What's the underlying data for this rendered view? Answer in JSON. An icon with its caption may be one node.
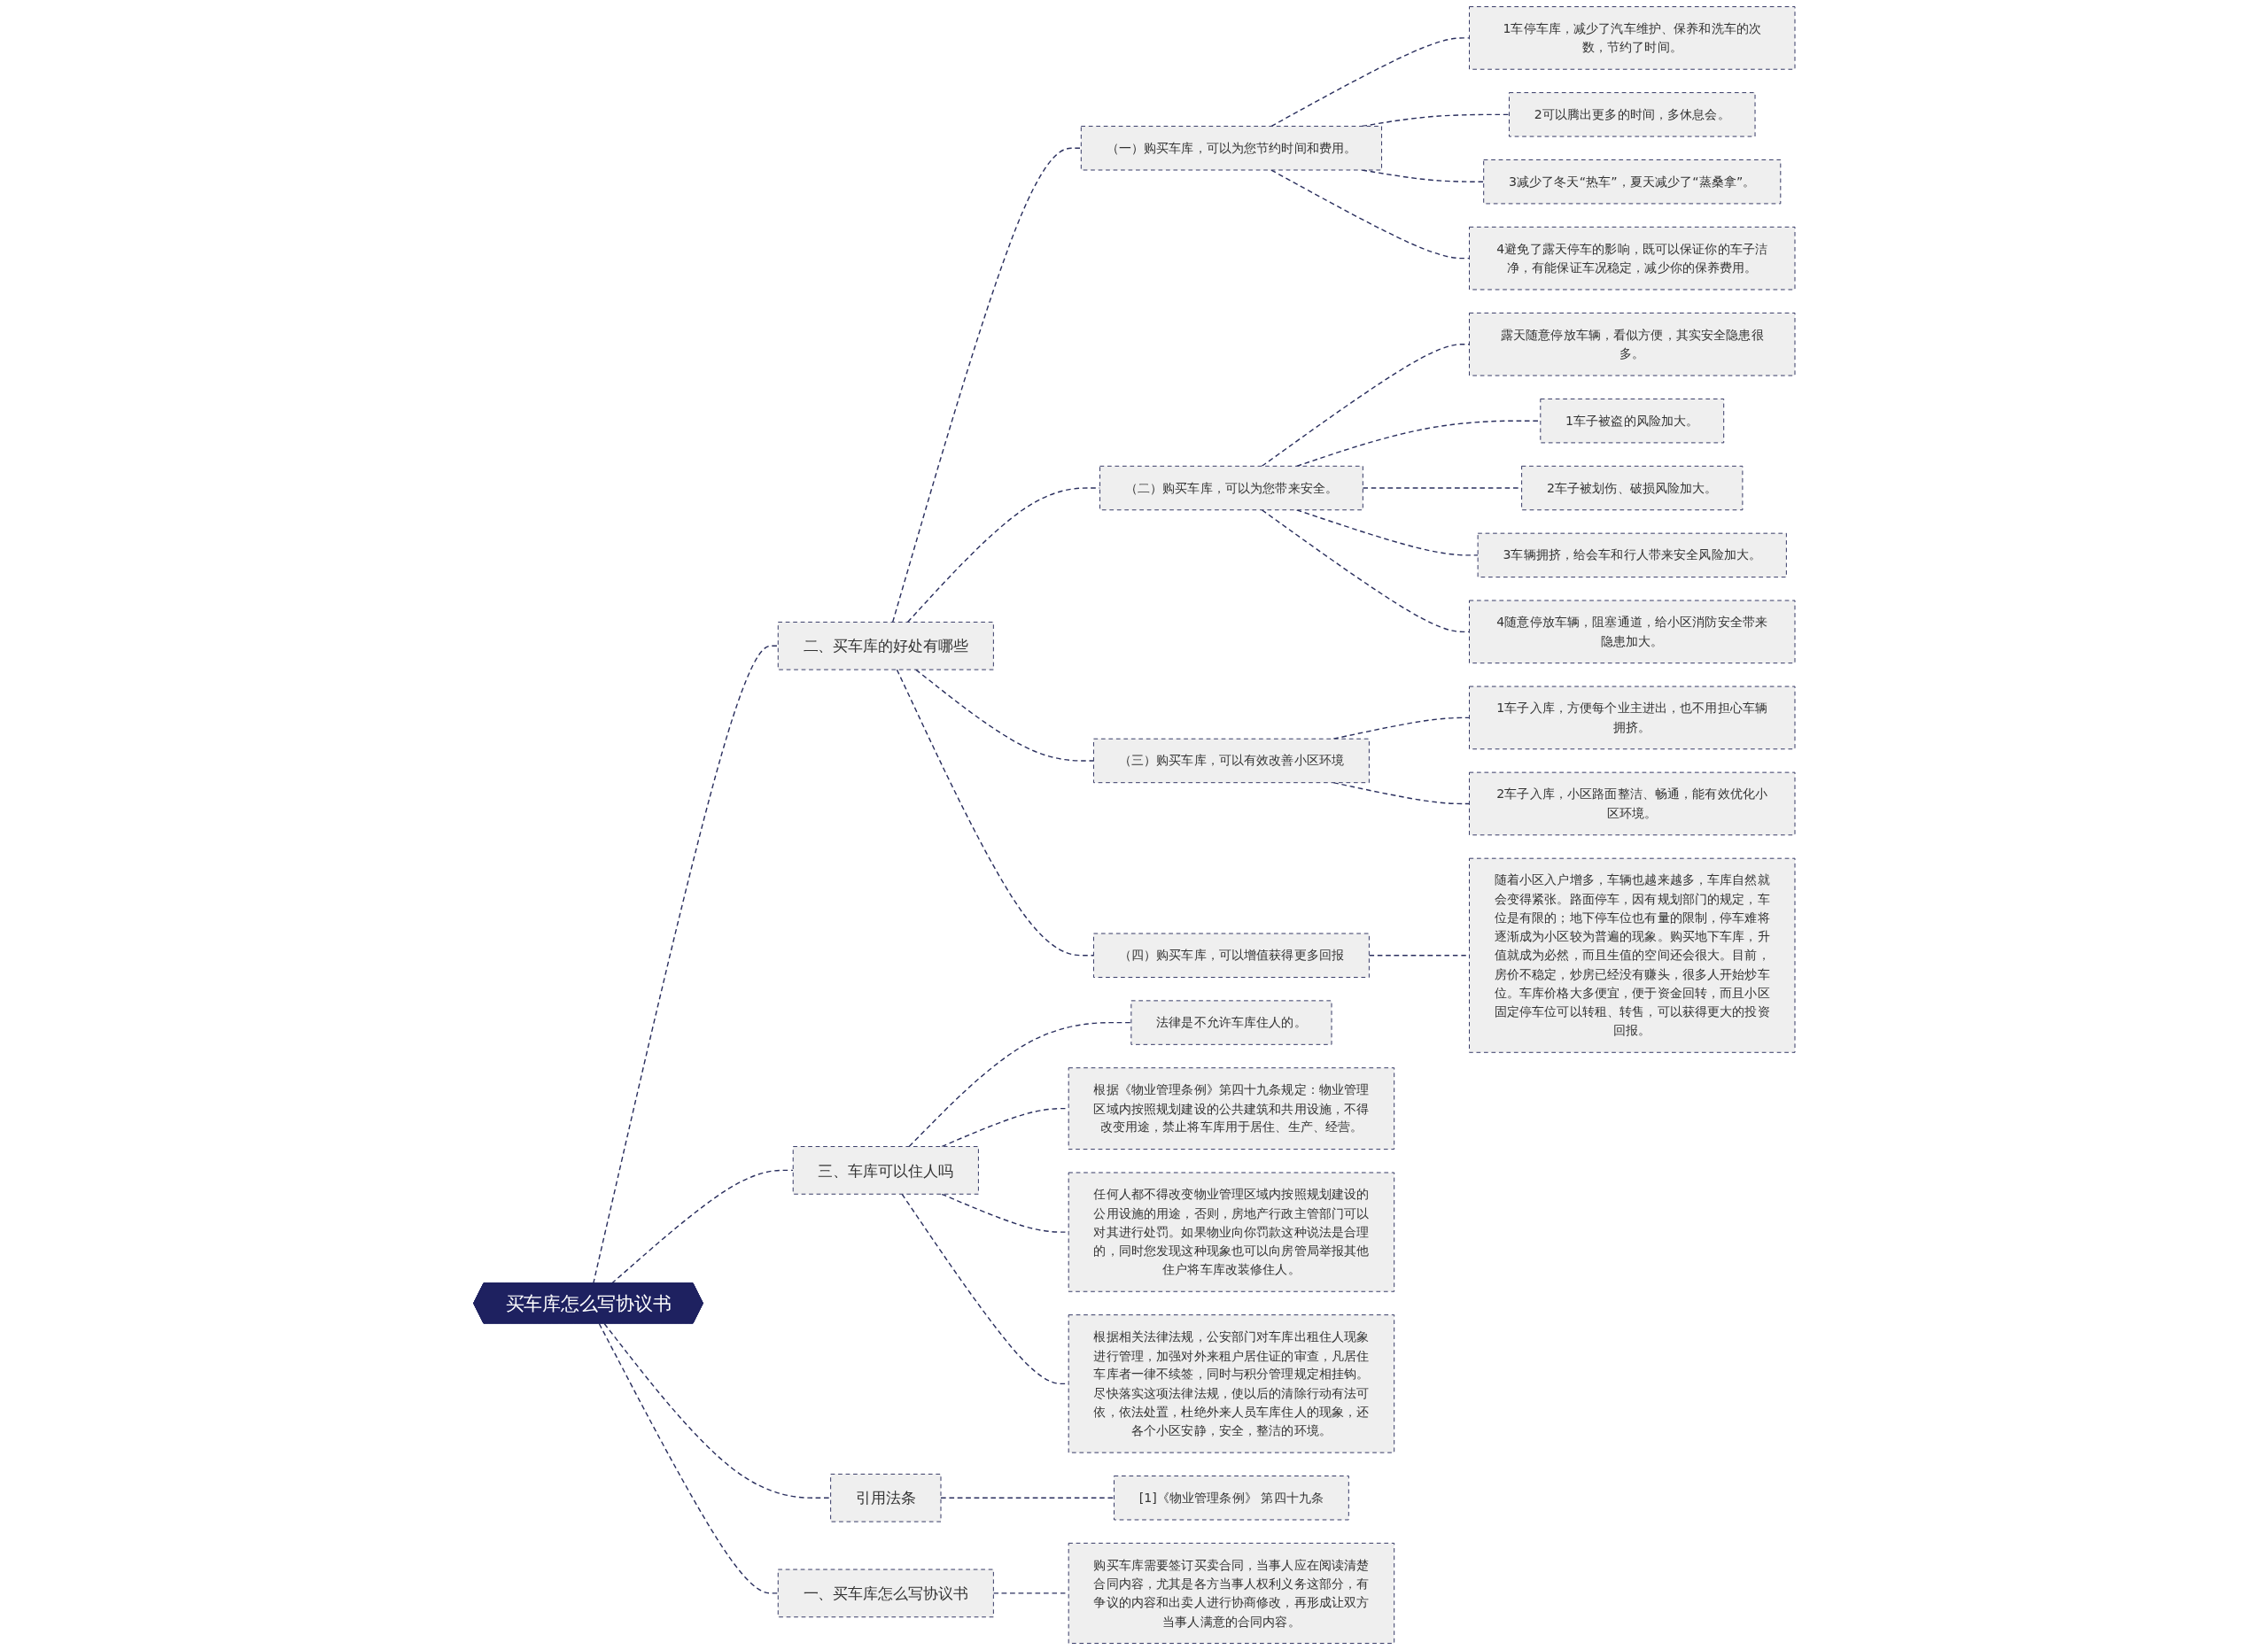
{
  "diagram": {
    "nodes": [
      {
        "text": [
          "买车库怎么写协议书"
        ]
      },
      {
        "text": [
          "一、买车库怎么写协议书"
        ]
      },
      {
        "text": [
          "购买车库需要签订买卖合同，当事人应在阅读清楚合同内容，尤其是各方当事人权利义务这部分，有争议的内容和出卖人进行协商修改，再形成让双方当事人满意的合同内容。"
        ]
      },
      {
        "text": [
          "二、买车库的好处有哪些"
        ]
      },
      {
        "text": [
          "（一）购买车库，可以为您节约时间和费用。"
        ]
      },
      {
        "text": [
          "1车停车库，减少了汽车维护、保养和洗车的次数，节约了时间。"
        ]
      },
      {
        "text": [
          "2可以腾出更多的时间，多休息会。"
        ]
      },
      {
        "text": [
          "3减少了冬天“热车”，夏天减少了“蒸桑拿”。"
        ]
      },
      {
        "text": [
          "4避免了露天停车的影响，既可以保证你的车子洁净，有能保证车况稳定，减少你的保养费用。"
        ]
      },
      {
        "text": [
          "（二）购买车库，可以为您带来安全。"
        ]
      },
      {
        "text": [
          "露天随意停放车辆，看似方便，其实安全隐患很多。"
        ]
      },
      {
        "text": [
          "1车子被盗的风险加大。"
        ]
      },
      {
        "text": [
          "2车子被划伤、破损风险加大。"
        ]
      },
      {
        "text": [
          "3车辆拥挤，给会车和行人带来安全风险加大。"
        ]
      },
      {
        "text": [
          "4随意停放车辆，阻塞通道，给小区消防安全带来隐患加大。"
        ]
      },
      {
        "text": [
          "（三）购买车库，可以有效改善小区环境"
        ]
      },
      {
        "text": [
          "1车子入库，方便每个业主进出，也不用担心车辆拥挤。"
        ]
      },
      {
        "text": [
          "2车子入库，小区路面整洁、畅通，能有效优化小区环境。"
        ]
      },
      {
        "text": [
          "（四）购买车库，可以增值获得更多回报"
        ]
      },
      {
        "text": [
          "随着小区入户增多，车辆也越来越多，车库自然就会变得紧张。路面停车，因有规划部门的规定，车位是有限的；地下停车位也有量的限制，停车难将逐渐成为小区较为普遍的现象。购买地下车库，升值就成为必然，而且生值的空间还会很大。目前，房价不稳定，炒房已经没有赚头，很多人开始炒车位。车库价格大多便宜，便于资金回转，而且小区固定停车位可以转租、转售，可以获得更大的投资回报。"
        ]
      },
      {
        "text": [
          "三、车库可以住人吗"
        ]
      },
      {
        "text": [
          "法律是不允许车库住人的。"
        ]
      },
      {
        "text": [
          "根据《物业管理条例》第四十九条规定：物业管理区域内按照规划建设的公共建筑和共用设施，不得改变用途，禁止将车库用于居住、生产、经营。"
        ]
      },
      {
        "text": [
          "任何人都不得改变物业管理区域内按照规划建设的公用设施的用途，否则，房地产行政主管部门可以对其进行处罚。如果物业向你罚款这种说法是合理的，同时您发现这种现象也可以向房管局举报其他住户将车库改装修住人。"
        ]
      },
      {
        "text": [
          "根据相关法律法规，公安部门对车库出租住人现象进行管理，加强对外来租户居住证的审查，凡居住车库者一律不续签，同时与积分管理规定相挂钩。尽快落实这项法律法规，使以后的清除行动有法可依，依法处置，杜绝外来人员车库住人的现象，还各个小区安静，安全，整洁的环境。"
        ]
      },
      {
        "text": [
          "引用法条"
        ]
      },
      {
        "text": [
          "[1]《物业管理条例》 第四十九条"
        ]
      }
    ],
    "edges": [
      {
        "from": 0,
        "to": 1,
        "arrow": "none",
        "style": "dashed"
      },
      {
        "from": 1,
        "to": 2,
        "arrow": "none",
        "style": "dashed"
      },
      {
        "from": 0,
        "to": 3,
        "arrow": "none",
        "style": "dashed"
      },
      {
        "from": 3,
        "to": 4,
        "arrow": "none",
        "style": "dashed"
      },
      {
        "from": 4,
        "to": 5,
        "arrow": "none",
        "style": "dashed"
      },
      {
        "from": 4,
        "to": 6,
        "arrow": "none",
        "style": "dashed"
      },
      {
        "from": 4,
        "to": 7,
        "arrow": "none",
        "style": "dashed"
      },
      {
        "from": 4,
        "to": 8,
        "arrow": "none",
        "style": "dashed"
      },
      {
        "from": 3,
        "to": 9,
        "arrow": "none",
        "style": "dashed"
      },
      {
        "from": 9,
        "to": 10,
        "arrow": "none",
        "style": "dashed"
      },
      {
        "from": 9,
        "to": 11,
        "arrow": "none",
        "style": "dashed"
      },
      {
        "from": 9,
        "to": 12,
        "arrow": "none",
        "style": "dashed"
      },
      {
        "from": 9,
        "to": 13,
        "arrow": "none",
        "style": "dashed"
      },
      {
        "from": 9,
        "to": 14,
        "arrow": "none",
        "style": "dashed"
      },
      {
        "from": 3,
        "to": 15,
        "arrow": "none",
        "style": "dashed"
      },
      {
        "from": 15,
        "to": 16,
        "arrow": "none",
        "style": "dashed"
      },
      {
        "from": 15,
        "to": 17,
        "arrow": "none",
        "style": "dashed"
      },
      {
        "from": 3,
        "to": 18,
        "arrow": "none",
        "style": "dashed"
      },
      {
        "from": 18,
        "to": 19,
        "arrow": "none",
        "style": "dashed"
      },
      {
        "from": 0,
        "to": 20,
        "arrow": "none",
        "style": "dashed"
      },
      {
        "from": 20,
        "to": 21,
        "arrow": "none",
        "style": "dashed"
      },
      {
        "from": 20,
        "to": 22,
        "arrow": "none",
        "style": "dashed"
      },
      {
        "from": 20,
        "to": 23,
        "arrow": "none",
        "style": "dashed"
      },
      {
        "from": 20,
        "to": 24,
        "arrow": "none",
        "style": "dashed"
      },
      {
        "from": 0,
        "to": 25,
        "arrow": "none",
        "style": "dashed"
      },
      {
        "from": 25,
        "to": 26,
        "arrow": "none",
        "style": "dashed"
      }
    ]
  }
}
